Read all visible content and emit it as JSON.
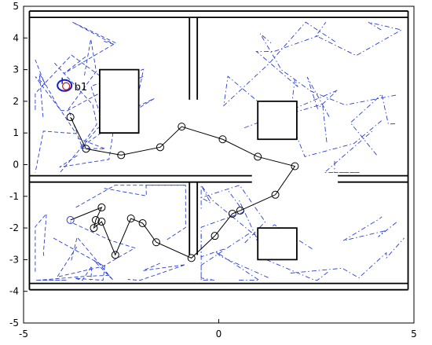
{
  "chart_data": {
    "type": "line",
    "title": "",
    "xlabel": "",
    "ylabel": "",
    "xlim": [
      -5,
      5
    ],
    "ylim": [
      -5,
      5
    ],
    "xticks": [
      -5,
      0,
      5
    ],
    "yticks": [
      -5,
      -4,
      -3,
      -2,
      -1,
      0,
      1,
      2,
      3,
      4,
      5
    ],
    "grid": false,
    "annotations": [
      {
        "text": "b1",
        "x": -3.7,
        "y": 2.47
      }
    ],
    "walls": [
      [
        [
          -4.85,
          -3.95
        ],
        [
          4.85,
          -3.95
        ]
      ],
      [
        [
          -4.85,
          -3.95
        ],
        [
          -4.85,
          4.85
        ]
      ],
      [
        [
          -4.85,
          4.85
        ],
        [
          4.85,
          4.85
        ]
      ],
      [
        [
          4.85,
          -3.95
        ],
        [
          4.85,
          4.85
        ]
      ],
      [
        [
          -4.85,
          4.65
        ],
        [
          4.85,
          4.65
        ]
      ],
      [
        [
          -4.85,
          -3.75
        ],
        [
          4.85,
          -3.75
        ]
      ],
      [
        [
          -4.85,
          -0.55
        ],
        [
          0.85,
          -0.55
        ]
      ],
      [
        [
          -4.85,
          -0.35
        ],
        [
          0.85,
          -0.35
        ]
      ],
      [
        [
          3.05,
          -0.55
        ],
        [
          4.85,
          -0.55
        ]
      ],
      [
        [
          3.05,
          -0.35
        ],
        [
          4.85,
          -0.35
        ]
      ],
      [
        [
          -0.75,
          4.65
        ],
        [
          -0.75,
          2.05
        ]
      ],
      [
        [
          -0.55,
          4.65
        ],
        [
          -0.55,
          2.05
        ]
      ],
      [
        [
          -0.75,
          -0.55
        ],
        [
          -0.75,
          -2.85
        ]
      ],
      [
        [
          -0.55,
          -0.55
        ],
        [
          -0.55,
          -2.85
        ]
      ]
    ],
    "obstacles": [
      [
        [
          -3.05,
          1.0
        ],
        [
          -2.05,
          1.0
        ],
        [
          -2.05,
          3.0
        ],
        [
          -3.05,
          3.0
        ]
      ],
      [
        [
          1.0,
          0.8
        ],
        [
          2.0,
          0.8
        ],
        [
          2.0,
          2.0
        ],
        [
          1.0,
          2.0
        ]
      ],
      [
        [
          1.0,
          -3.0
        ],
        [
          2.0,
          -3.0
        ],
        [
          2.0,
          -2.0
        ],
        [
          1.0,
          -2.0
        ]
      ]
    ],
    "series": [
      {
        "style": "solid black line with circle markers",
        "x": [
          -3.8,
          -3.4,
          -2.5,
          -1.5,
          -0.95,
          0.1,
          1.0,
          1.95,
          1.45,
          0.55,
          0.35,
          -0.1,
          -0.7,
          -1.6,
          -1.95,
          -2.25,
          -2.65,
          -3.0,
          -3.2,
          -3.15,
          -3.0,
          -3.8
        ],
        "y": [
          1.5,
          0.5,
          0.3,
          0.55,
          1.2,
          0.8,
          0.25,
          -0.05,
          -0.95,
          -1.45,
          -1.55,
          -2.25,
          -2.95,
          -2.45,
          -1.85,
          -1.7,
          -2.85,
          -1.8,
          -2.0,
          -1.75,
          -1.35,
          -1.75
        ]
      }
    ]
  }
}
